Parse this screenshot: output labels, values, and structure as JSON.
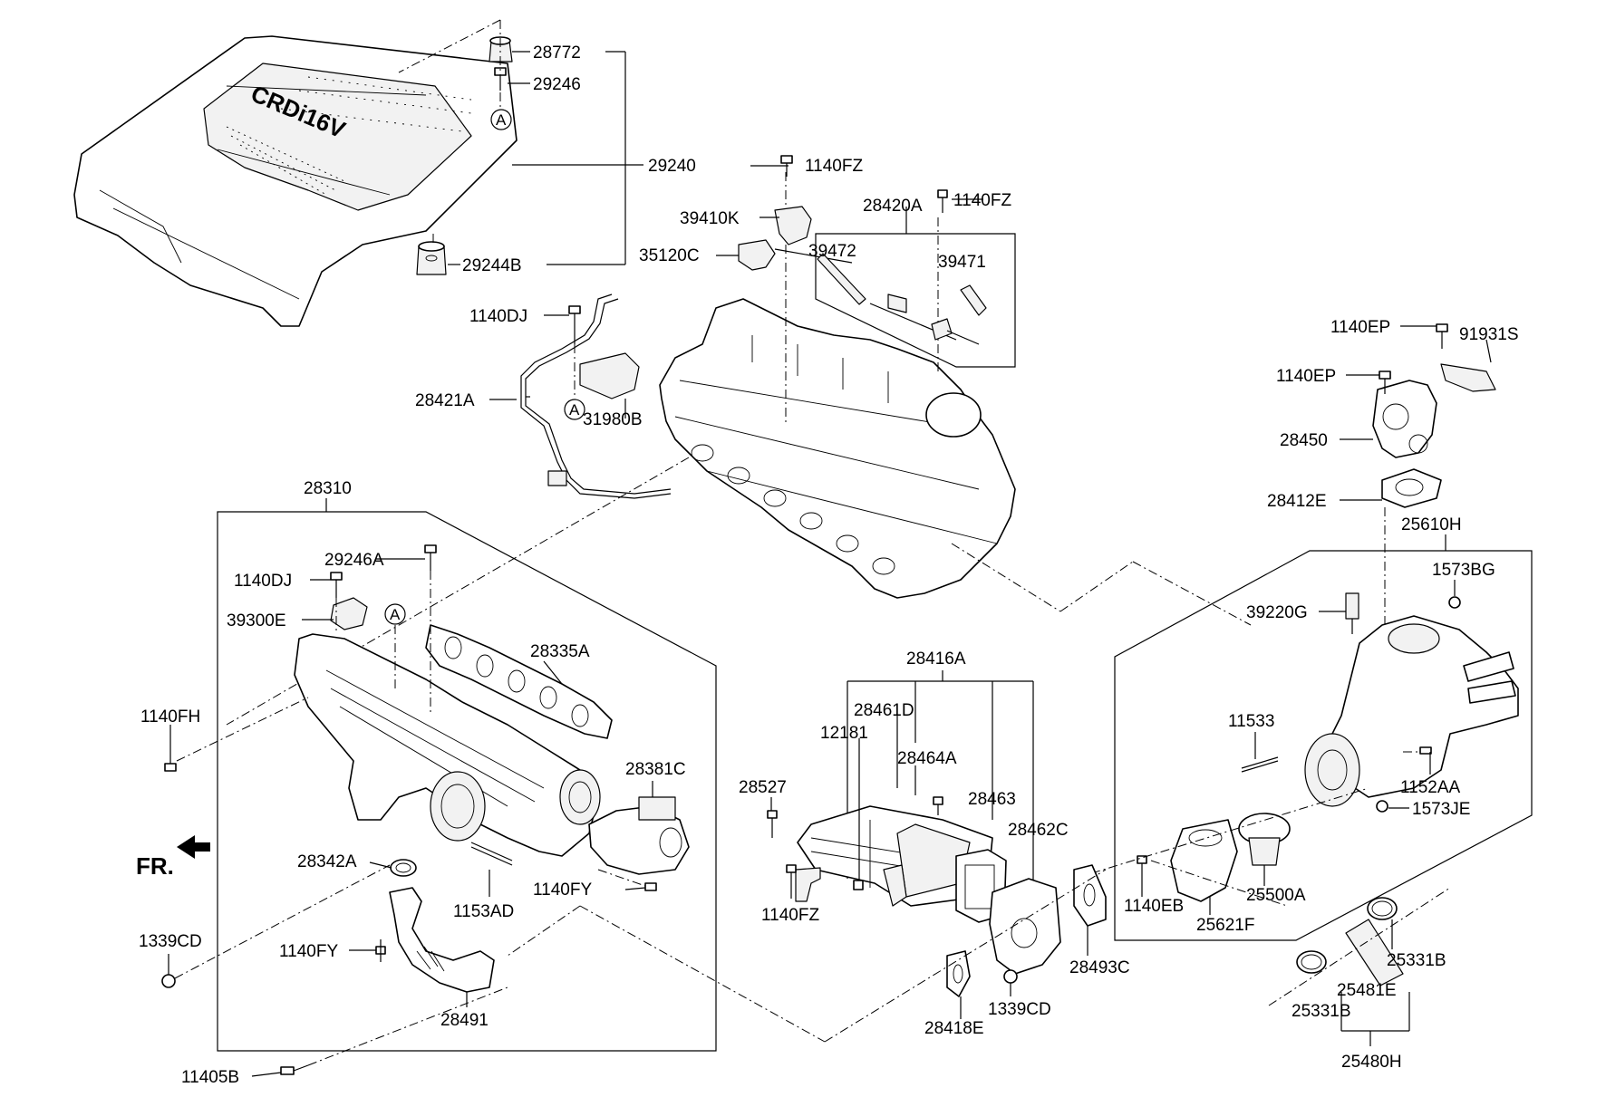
{
  "diagram": {
    "logo_text": "CRDi16V",
    "direction_label": "FR.",
    "ref_circle": "A",
    "labels": {
      "l28772": "28772",
      "l29246": "29246",
      "l29240": "29240",
      "l29244B": "29244B",
      "l1140FZ_a": "1140FZ",
      "l1140FZ_b": "1140FZ",
      "l39410K": "39410K",
      "l28420A": "28420A",
      "l35120C": "35120C",
      "l39472": "39472",
      "l39471": "39471",
      "l1140DJ_a": "1140DJ",
      "l28421A": "28421A",
      "l31980B": "31980B",
      "l1140EP_a": "1140EP",
      "l91931S": "91931S",
      "l1140EP_b": "1140EP",
      "l28450": "28450",
      "l28412E": "28412E",
      "l25610H": "25610H",
      "l1573BG": "1573BG",
      "l39220G": "39220G",
      "l28310": "28310",
      "l29246A": "29246A",
      "l1140DJ_b": "1140DJ",
      "l39300E": "39300E",
      "l28335A": "28335A",
      "l1140FH": "1140FH",
      "l28381C": "28381C",
      "l28342A": "28342A",
      "l1153AD": "1153AD",
      "l1140FY_a": "1140FY",
      "l1339CD_a": "1339CD",
      "l1140FY_b": "1140FY",
      "l28491": "28491",
      "l11405B": "11405B",
      "l28416A": "28416A",
      "l28461D": "28461D",
      "l12181": "12181",
      "l28464A": "28464A",
      "l28527": "28527",
      "l28463": "28463",
      "l28462C": "28462C",
      "l1140FZ_c": "1140FZ",
      "l28493C": "28493C",
      "l28418E": "28418E",
      "l1339CD_b": "1339CD",
      "l11533": "11533",
      "l1152AA": "1152AA",
      "l1573JE": "1573JE",
      "l1140EB": "1140EB",
      "l25621F": "25621F",
      "l25500A": "25500A",
      "l25331B_a": "25331B",
      "l25481E": "25481E",
      "l25331B_b": "25331B",
      "l25480H": "25480H"
    }
  }
}
